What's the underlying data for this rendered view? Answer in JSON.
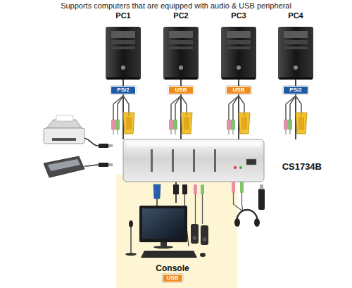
{
  "diagram": {
    "title": "Supports computers that are equipped with audio & USB peripheral",
    "nodes": [
      {
        "text": [
          "PC1"
        ]
      },
      {
        "text": [
          "PC2"
        ]
      },
      {
        "text": [
          "PC3"
        ]
      },
      {
        "text": [
          "PC4"
        ]
      },
      {
        "text": [
          "CS1734B"
        ]
      },
      {
        "text": [
          "Console",
          "USB"
        ]
      }
    ],
    "edges": [
      {
        "from": 0,
        "to": 4,
        "label": "PS/2",
        "arrow": "none"
      },
      {
        "from": 1,
        "to": 4,
        "label": "USB",
        "arrow": "none"
      },
      {
        "from": 2,
        "to": 4,
        "label": "USB",
        "arrow": "none"
      },
      {
        "from": 3,
        "to": 4,
        "label": "PS/2",
        "arrow": "none"
      },
      {
        "from": 5,
        "to": 4,
        "arrow": "none"
      }
    ]
  }
}
